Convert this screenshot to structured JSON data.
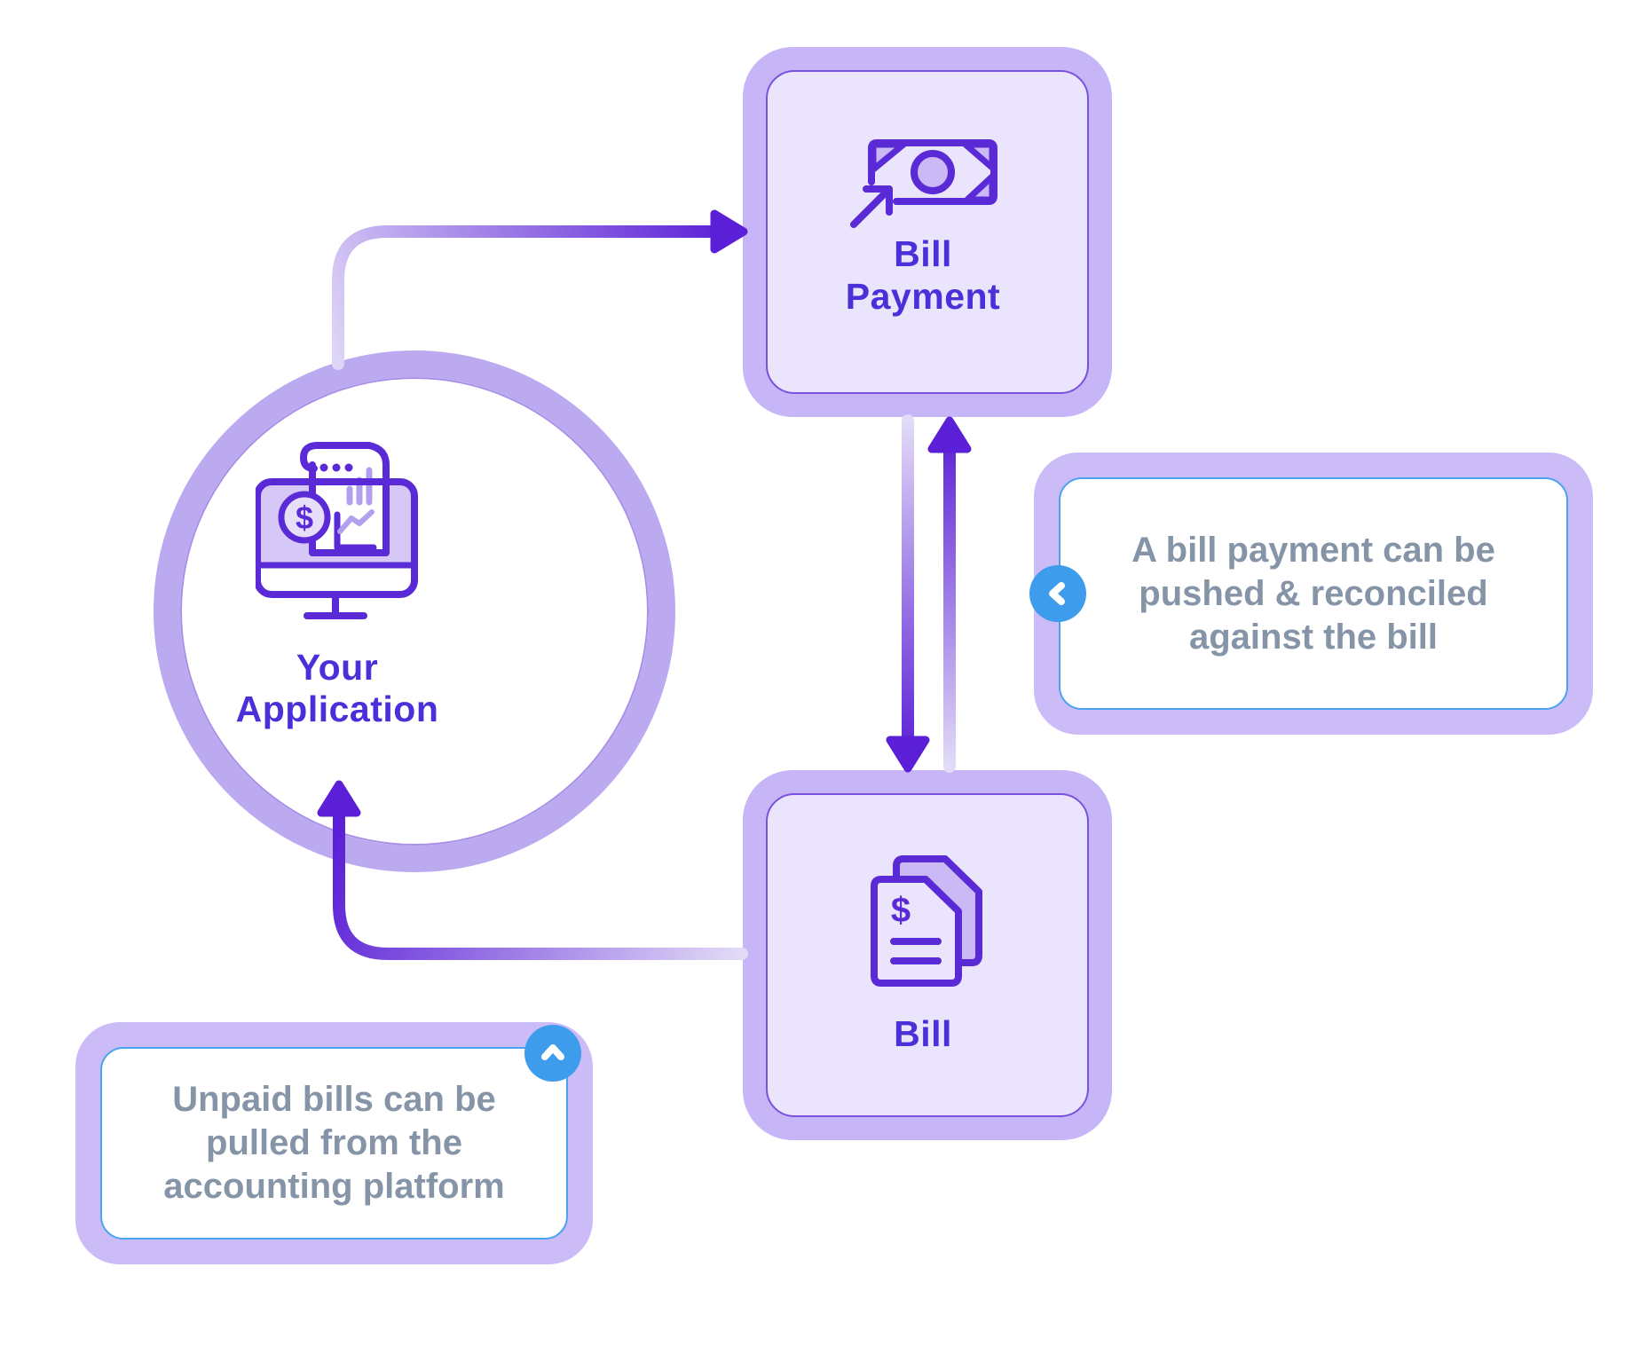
{
  "palette": {
    "purple-deep": "#5a2ad6",
    "purple-label": "#4a30d9",
    "lavender-ring": "#c6b5f7",
    "circle-ring": "#bcaaf1",
    "circle-hairline": "#a88fe7",
    "box-fill": "#eae4fc",
    "box-border": "#7a52dd",
    "icon-light": "#cab9f4",
    "icon-screen": "#d5c8f7",
    "icon-coin": "#e7dff9",
    "icon-soft": "#b2a0ee",
    "callout-ring": "#cbbcf8",
    "callout-border": "#4aa2f1",
    "callout-text": "#8594a6",
    "blue-button": "#3d9ceb",
    "arrow-light": "#e2dbf7",
    "arrow-dark": "#5a1fd6"
  },
  "nodes": {
    "application": {
      "icon": "monitor-finance-icon",
      "lines": [
        "Your",
        "Application"
      ]
    },
    "bill_payment": {
      "icon": "banknote-send-icon",
      "lines": [
        "Bill",
        "Payment"
      ]
    },
    "bill": {
      "icon": "bill-documents-icon",
      "label": "Bill"
    }
  },
  "callouts": {
    "reconcile": {
      "button_icon": "chevron-left-icon",
      "lines": [
        "A bill payment can be",
        "pushed & reconciled",
        "against the bill"
      ]
    },
    "pull": {
      "button_icon": "chevron-up-icon",
      "lines": [
        "Unpaid bills can be",
        "pulled from the",
        "accounting platform"
      ]
    }
  },
  "flows": [
    "application-to-bill-payment",
    "bill-payment-to-bill",
    "bill-to-bill-payment",
    "bill-to-application"
  ]
}
